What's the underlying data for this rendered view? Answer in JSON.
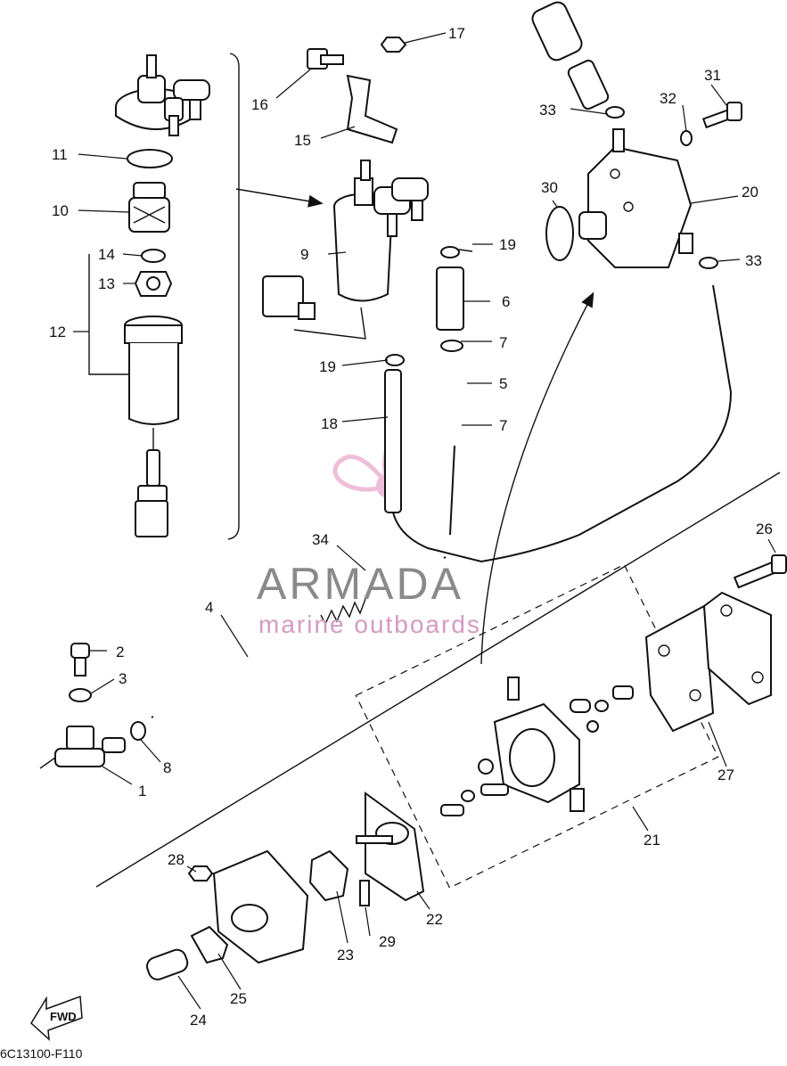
{
  "diagram": {
    "part_code": "6C13100-F110",
    "direction_label": "FWD",
    "watermark": {
      "brand": "ARMADA",
      "tagline": "marine outboards"
    },
    "callouts": [
      "1",
      "2",
      "3",
      "4",
      "5",
      "6",
      "7",
      "7",
      "8",
      "9",
      "10",
      "11",
      "12",
      "13",
      "14",
      "15",
      "16",
      "17",
      "18",
      "19",
      "19",
      "20",
      "21",
      "22",
      "23",
      "24",
      "25",
      "26",
      "27",
      "28",
      "29",
      "30",
      "31",
      "32",
      "33",
      "33",
      "34"
    ]
  }
}
